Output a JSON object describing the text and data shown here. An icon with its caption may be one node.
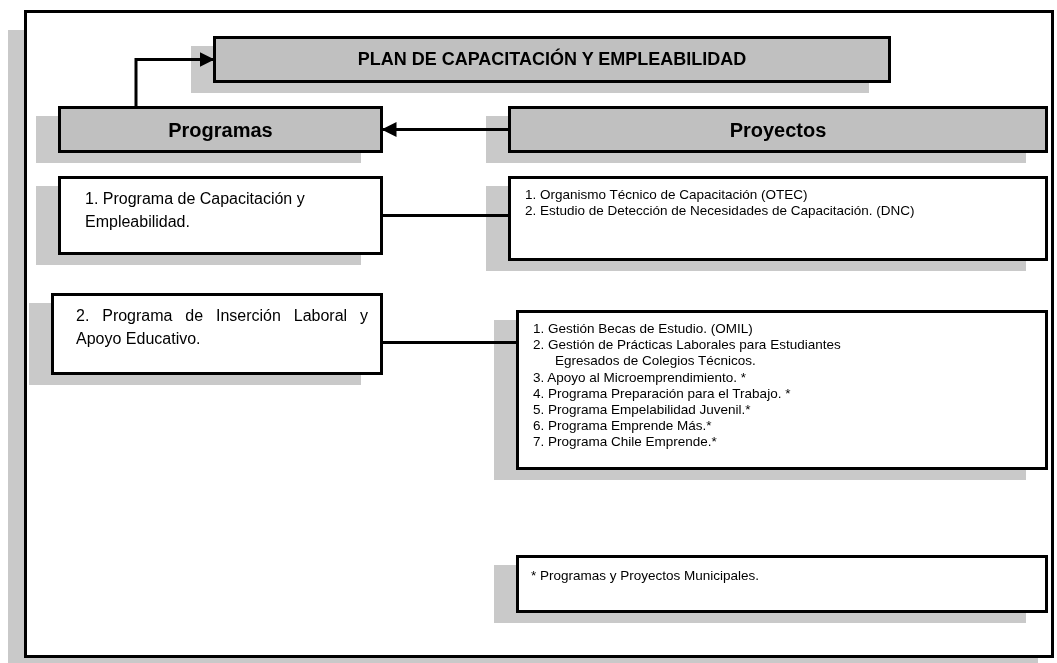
{
  "diagram": {
    "nodes": [
      {
        "text": [],
        "shape": "box"
      },
      {
        "text": [
          "PLAN DE CAPACITACIÓN Y EMPLEABILIDAD"
        ],
        "in": 0
      },
      {
        "text": [
          "Programas"
        ],
        "in": 0
      },
      {
        "text": [
          "Proyectos"
        ],
        "in": 0
      },
      {
        "text": [
          "1. Programa de Capacitación y Empleabilidad."
        ],
        "in": 0
      },
      {
        "text": [
          "1. Organismo Técnico de Capacitación (OTEC)",
          "2. Estudio de Detección de Necesidades de Capacitación. (DNC)"
        ],
        "in": 0
      },
      {
        "text": [
          "2. Programa de Inserción Laboral y Apoyo Educativo."
        ],
        "in": 0
      },
      {
        "text": [
          "1. Gestión Becas de Estudio. (OMIL)",
          "2. Gestión de Prácticas Laborales para Estudiantes Egresados de Colegios Técnicos.",
          "3. Apoyo al Microemprendimiento. *",
          "4. Programa Preparación para el Trabajo. *",
          "5. Programa Empelabilidad Juvenil.*",
          "6. Programa Emprende Más.*",
          "7. Programa Chile Emprende.*"
        ],
        "in": 0
      },
      {
        "text": [
          "* Programas y Proyectos Municipales."
        ],
        "in": 0
      }
    ],
    "edges": [
      {
        "from": 2,
        "to": 1,
        "arrow": "to"
      },
      {
        "from": 3,
        "to": 2,
        "arrow": "to"
      },
      {
        "from": 4,
        "to": 5,
        "arrow": "none"
      },
      {
        "from": 6,
        "to": 7,
        "arrow": "none"
      }
    ]
  }
}
